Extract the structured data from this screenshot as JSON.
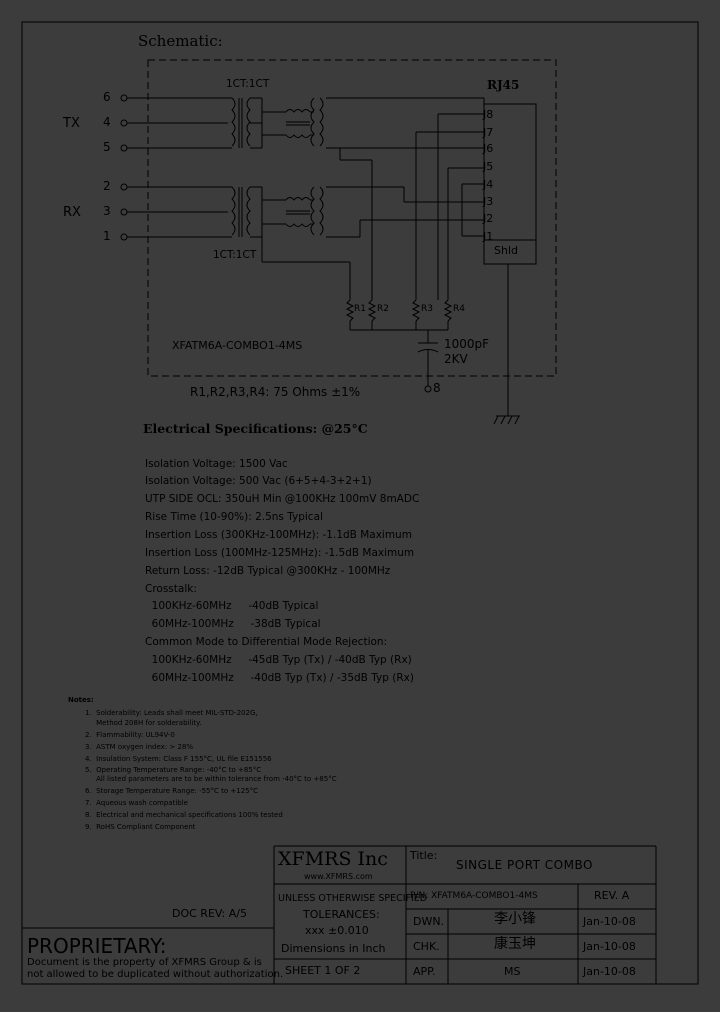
{
  "schematic": {
    "heading": "Schematic:",
    "tx_label": "TX",
    "rx_label": "RX",
    "pins_left": [
      "6",
      "4",
      "5",
      "2",
      "3",
      "1"
    ],
    "ct_top": "1CT:1CT",
    "ct_bottom": "1CT:1CT",
    "connector_title": "RJ45",
    "jacks": [
      "J8",
      "J7",
      "J6",
      "J5",
      "J4",
      "J3",
      "J2",
      "J1"
    ],
    "shield": "Shld",
    "resistors": [
      "R1",
      "R2",
      "R3",
      "R4"
    ],
    "part_label": "XFATM6A-COMBO1-4MS",
    "cap_value": "1000pF",
    "cap_voltage": "2KV",
    "pin8": "8",
    "resistor_note": "R1,R2,R3,R4: 75 Ohms ±1%"
  },
  "electrical": {
    "heading": "Electrical Specifications: @25°C",
    "lines": [
      "Isolation Voltage:  1500 Vac",
      "Isolation Voltage:  500 Vac (6+5+4-3+2+1)",
      "UTP SIDE OCL: 350uH Min @100KHz  100mV 8mADC",
      "Rise Time (10-90%): 2.5ns Typical",
      "Insertion Loss (300KHz-100MHz): -1.1dB Maximum",
      "Insertion Loss (100MHz-125MHz): -1.5dB Maximum",
      "Return Loss: -12dB Typical @300KHz - 100MHz",
      "Crosstalk:",
      "  100KHz-60MHz     -40dB Typical",
      "  60MHz-100MHz     -38dB Typical",
      "Common Mode to Differential Mode Rejection:",
      "  100KHz-60MHz     -45dB Typ (Tx) / -40dB Typ (Rx)",
      "  60MHz-100MHz     -40dB Typ (Tx) / -35dB Typ (Rx)"
    ]
  },
  "notes": {
    "heading": "Notes:",
    "items": [
      "1.  Solderability: Leads shall meet MIL-STD-202G,",
      "     Method 208H for solderability.",
      "2.  Flammability: UL94V-0",
      "3.  ASTM oxygen index: > 28%",
      "4.  Insulation System: Class F 155°C, UL file E151556",
      "5.  Operating Temperature Range: -40°C to +85°C",
      "     All listed parameters are to be within tolerance from -40°C to +85°C",
      "6.  Storage Temperature Range: -55°C to +125°C",
      "7.  Aqueous wash compatible",
      "8.  Electrical and mechanical specifications 100% tested",
      "9.  RoHS Compliant Component"
    ]
  },
  "title_block": {
    "company": "XFMRS Inc",
    "website": "www.XFMRS.com",
    "title_label": "Title:",
    "title": "SINGLE PORT COMBO",
    "unless": "UNLESS OTHERWISE SPECIFIED",
    "pn": "P/N: XFATM6A-COMBO1-4MS",
    "rev": "REV. A",
    "tolerances": "TOLERANCES:",
    "tol_value": "xxx ±0.010",
    "dimensions": "Dimensions in Inch",
    "sheet": "SHEET  1  OF  2",
    "dwn": "DWN.",
    "chk": "CHK.",
    "app": "APP.",
    "dwn_name": "李小锋",
    "chk_name": "康玉坤",
    "app_name": "MS",
    "dwn_date": "Jan-10-08",
    "chk_date": "Jan-10-08",
    "app_date": "Jan-10-08",
    "doc_rev": "DOC REV: A/5",
    "proprietary": "PROPRIETARY:",
    "prop_text1": "Document is the property of XFMRS Group & is",
    "prop_text2": "not allowed to be duplicated without authorization."
  }
}
